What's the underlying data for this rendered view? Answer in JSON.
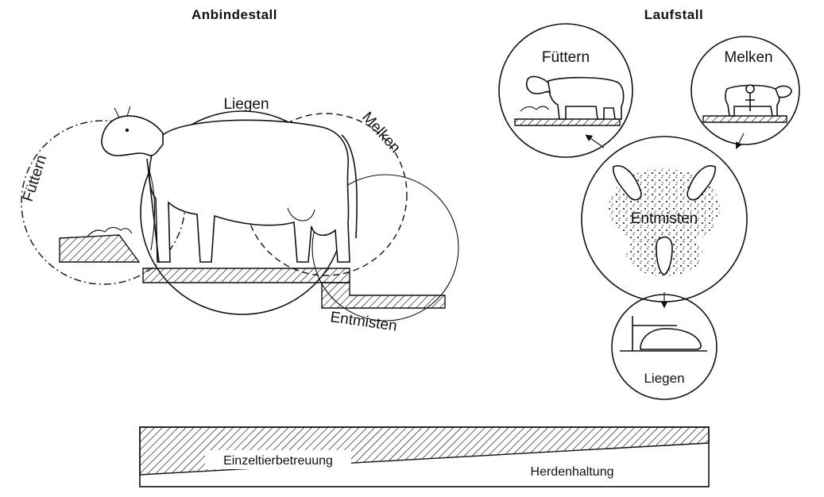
{
  "left_section": {
    "title": "Anbindestall",
    "labels": {
      "feeding": "Füttern",
      "lying": "Liegen",
      "milking": "Melken",
      "mucking": "Entmisten"
    }
  },
  "right_section": {
    "title": "Laufstall",
    "labels": {
      "feeding": "Füttern",
      "milking": "Melken",
      "mucking": "Entmisten",
      "lying": "Liegen"
    }
  },
  "bottom_bar": {
    "individual_label": "Einzeltierbetreuung",
    "herd_label": "Herdenhaltung"
  }
}
